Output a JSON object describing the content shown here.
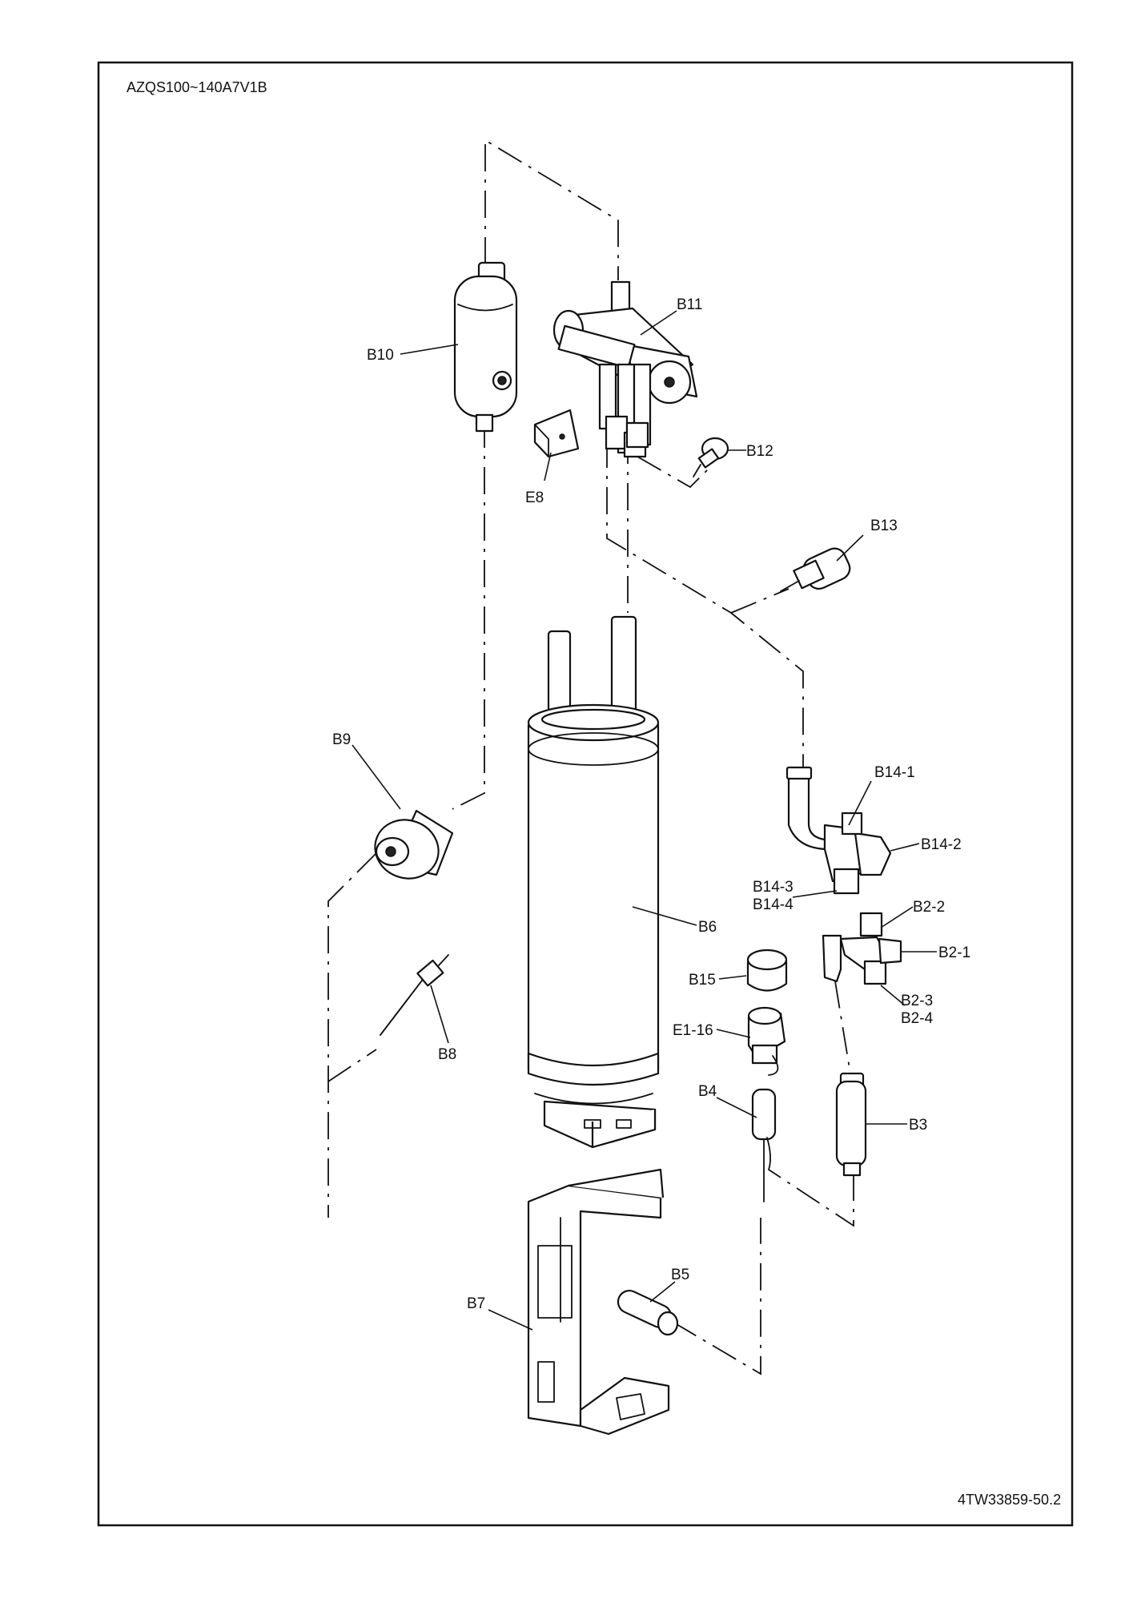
{
  "document": {
    "model": "AZQS100~140A7V1B",
    "drawing_number": "4TW33859-50.2"
  },
  "parts": {
    "b10": "B10",
    "b11": "B11",
    "e8": "E8",
    "b12": "B12",
    "b13": "B13",
    "b9": "B9",
    "b14_1": "B14-1",
    "b14_2": "B14-2",
    "b14_3": "B14-3",
    "b14_4": "B14-4",
    "b6": "B6",
    "b2_2": "B2-2",
    "b2_1": "B2-1",
    "b15": "B15",
    "b2_3": "B2-3",
    "b2_4": "B2-4",
    "b8": "B8",
    "e1_16": "E1-16",
    "b4": "B4",
    "b3": "B3",
    "b5": "B5",
    "b7": "B7"
  }
}
